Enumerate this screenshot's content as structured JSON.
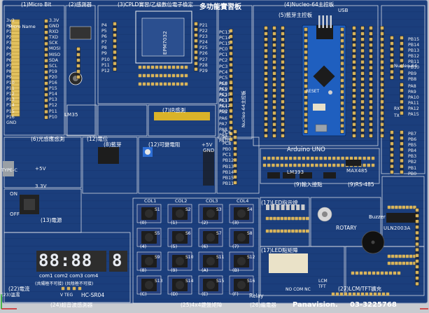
{
  "board": {
    "title": "多功能實習板",
    "maker": "Panavision.",
    "phone": "03-3225768",
    "colors": {
      "pcb": "#1b3e7c",
      "pcb_dark": "#15306b",
      "silk": "#f2f2f2",
      "pad": "#d9b45a",
      "header": "#1a1a1a",
      "stm32": "#1f5fbf",
      "chip": "#1c1c1c"
    }
  },
  "sections": {
    "microbit": "(1)Micro Bit",
    "microbit_sub": "Micro Name",
    "ir": "(2)感測器",
    "cpld": "(3)CPLD實習/乙級數位電子檢定",
    "nucleo": "(4)Nucleo-64主控板",
    "bluepill": "(5)藍芽主控板",
    "bluepill_usb": "USB",
    "light": "(6)光感應感測",
    "level": "(12)電位",
    "bt": "(8)藍芽",
    "varvolt": "(12)可變電阻",
    "ir_in": "(7)IR感測",
    "led_array": "(17)LED指示燈",
    "led_disp": "(17)LED點矩陣",
    "rs485": "(9)RS-485",
    "relay_input": "(9)輸入接點",
    "rotary": "ROTARY",
    "buzzer": "Buzzer",
    "power": "(13)電源",
    "ultrasonic": "(24)超音波感測器",
    "keypad": "(25)4x4鍵盤矩陣",
    "lcm": "(27)LCM/TFT擴充",
    "typec": "TYPE-C",
    "arduino": "Arduino UNO",
    "nucleo_right": "Nucleo-64",
    "nucleo_vert": "Nucleo-64主控板",
    "relay_sec": "(26)繼電器",
    "current": "(22)電流",
    "temp": "(23)溫濕",
    "com": "com1 com2  com3 com4",
    "com_sub": "(共陽極不可接)        (共陰極不可接)",
    "hcsr04": "HC-SR04",
    "vtrig": "V TEG",
    "relay": "Relay",
    "nonc": "NO COM NC",
    "lcm_tft": "LCM\nTFT",
    "reset": "RESET",
    "rx": "RX",
    "tx": "TX",
    "seg_display": "88:88",
    "seg_single": "8"
  },
  "pins": {
    "microbit_left": "3v3\nP0\nP1\nP2\nP3\nP4\nP5\nP6\nP7\nP8\nP9\nP10\nP11\nP12\nP13\nP14\nP15\nP16\nGND",
    "microbit_right": "3.3V\nGND\nRXD\nTXD\nSCK\nMOSI\nMISO\nSDA\nSCL\nP19\nP20\nP16\nP15\nP14\nP13\nP12\nP11\nP10",
    "nucleo_left": "PC13\nPC14\nPC15\nPC0\nPC1\nPC2\nPC3\nPC4\nPC5\nPC8\nPC9\nPC10\nPC11\nPC12\nPD2",
    "nucleo_mid": "PA0\nPA1\nPA2\nPA3\nPA4\nPA5\nPA6\nPA7\nPA8\nPA9\nPA10",
    "nucleo_low": "PC6\nPC7\nPC8\nPB0\nPC1\nPB12\nPB13\nPB14\nPB15\nPB11",
    "right_top": "PB15\nPB14\nPB13\nPB12\nPB11\nPB10\nPB9\nPB8",
    "right_mid": "PA8\nPA9\nPA10\nPA11\nPA12\nPA15",
    "right_low": "PB7\nPB6\nPB5\nPB4\nPB3\nPB2\nPB1\nPB0",
    "cpld_left": "P4\nP5\nP6\nP7\nP8\nP9\nP10\nP11\nP12",
    "cpld_right": "P21\nP22\nP23\nP24\nP25\nP26\nP27\nP28\nP29"
  },
  "keypad": {
    "cols": [
      "COL1",
      "COL2",
      "COL3",
      "COL4"
    ],
    "keys": [
      "(0)",
      "(1)",
      "(2)",
      "(3)",
      "(4)",
      "(5)",
      "(6)",
      "(7)",
      "(8)",
      "(9)",
      "(A)",
      "(B)",
      "(C)",
      "(D)",
      "(E)",
      "(F)"
    ],
    "switches": [
      "S1",
      "S2",
      "S3",
      "S4",
      "S5",
      "S6",
      "S7",
      "S8",
      "S9",
      "S10",
      "S11",
      "S12",
      "S13",
      "S14",
      "S15",
      "S16"
    ]
  },
  "power_labels": {
    "v5a": "+5V",
    "v5b": "+5V",
    "v33": "3.3V",
    "gnd": "GND",
    "on": "ON",
    "off": "OFF"
  },
  "chips": {
    "cpld_chip": "EPM7032",
    "ir_chip": "LM35",
    "lm393": "LM393",
    "uln": "ULN2003A",
    "max": "MAX485"
  }
}
